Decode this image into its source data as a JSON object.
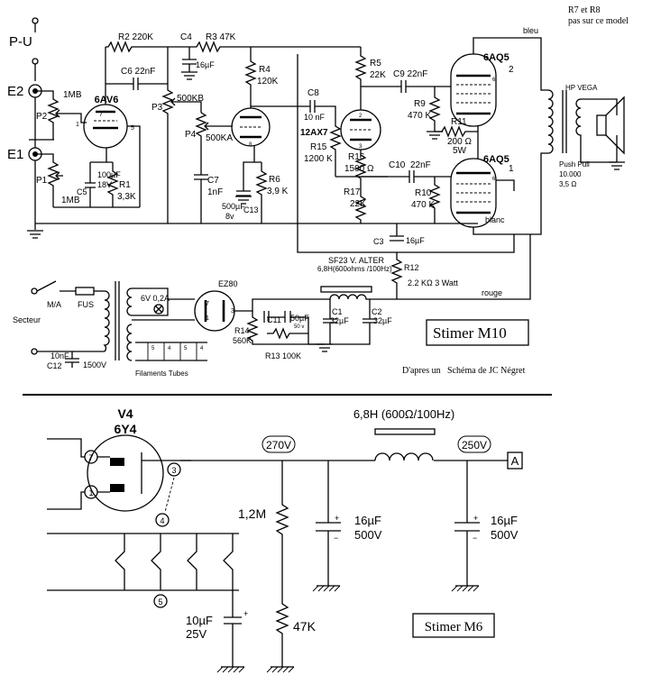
{
  "title_note": [
    "R7 et R8",
    "pas sur ce model"
  ],
  "inputs": {
    "pu": "P-U",
    "e2": "E2",
    "e1": "E1"
  },
  "m10": {
    "r2": "R2  220K",
    "c4": "C4",
    "r3": "R3  47K",
    "c4val": "16µF",
    "c6": "C6  22nF",
    "v1": "6AV6",
    "r1mb": "1MB",
    "p2": "P2",
    "p1": "P1",
    "p1val": "1MB",
    "c5": "C5",
    "c5val1": "100µF",
    "c5val2": "18V",
    "r1": "R1",
    "r1val": "3,3K",
    "p3": "P3",
    "p3val": "500KB",
    "p4": "P4",
    "p4val": "500KA",
    "c7": "C7",
    "c7val": "1nF",
    "r4": "R4",
    "r4val": "120K",
    "c8": "C8",
    "c8val": "10 nF",
    "v2": "12AX7",
    "r6": "R6",
    "r6val": "3,9 K",
    "c13val": "500µF",
    "c13v": "8v",
    "c13": "C13",
    "r5": "R5",
    "r5val": "22K",
    "c9": "C9  22nF",
    "r15": "R15",
    "r15val": "1200 K",
    "r16": "R16",
    "r16val": "1500 Ω",
    "c10": "C10",
    "c10val": "22nF",
    "r9": "R9",
    "r9val": "470 K",
    "r11": "R11",
    "r11val": "200 Ω",
    "r11w": "5W",
    "r17": "R17",
    "r17val": "22K",
    "r10": "R10",
    "r10val": "470 K",
    "out1": "6AQ5",
    "out2": "6AQ5",
    "n2": "2",
    "n1": "1",
    "bleu": "bleu",
    "blanc": "blanc",
    "rouge": "rouge",
    "hp": "HP VEGA",
    "pp1": "Push Pull",
    "pp2": "10.000",
    "pp3": "3,5  Ω",
    "c3": "C3",
    "c3val": "16µF",
    "sf23": "SF23  V. ALTER",
    "sf23spec": "6,8H(600ohms /100Hz)",
    "r12": "R12",
    "r12val": "2.2 KΩ  3 Watt",
    "ez80": "EZ80",
    "ma": "M/A",
    "fus": "FUS",
    "secteur": "Secteur",
    "lamp": "6V  0,2A",
    "c12": "C12",
    "c12val1": "10nF",
    "c12val2": "1500V",
    "fil": "Filaments Tubes",
    "r14": "R14",
    "r14val": "560K",
    "c11": "C11",
    "c11b": "50µF",
    "c11v": "50 v",
    "r13": "R13  100K",
    "c1": "C1",
    "c1val": "32µF",
    "c2": "C2",
    "c2val": "32µF",
    "model": "Stimer M10",
    "credit_a": "D'apres un",
    "credit_b": "Schéma de JC Négret",
    "pin7": "7",
    "pin1": "1",
    "pin5": "5",
    "pin8": "8",
    "pin2": "2",
    "pin3": "3",
    "pin6": "6",
    "pin_a": "7",
    "pin_b": "1",
    "pin_c": "3",
    "pin_d": "2"
  },
  "m6": {
    "v4": "V4",
    "v4type": "6Y4",
    "p7": "7",
    "p1": "1",
    "p3": "3",
    "p4": "4",
    "p5": "5",
    "v270": "270V",
    "v250": "250V",
    "choke": "6,8H (600Ω/100Hz)",
    "r_top": "1,2M",
    "r_bot": "47K",
    "cap1a": "16µF",
    "cap1b": "500V",
    "cap2a": "16µF",
    "cap2b": "500V",
    "cap3a": "10µF",
    "cap3b": "25V",
    "node": "A",
    "model": "Stimer M6"
  }
}
